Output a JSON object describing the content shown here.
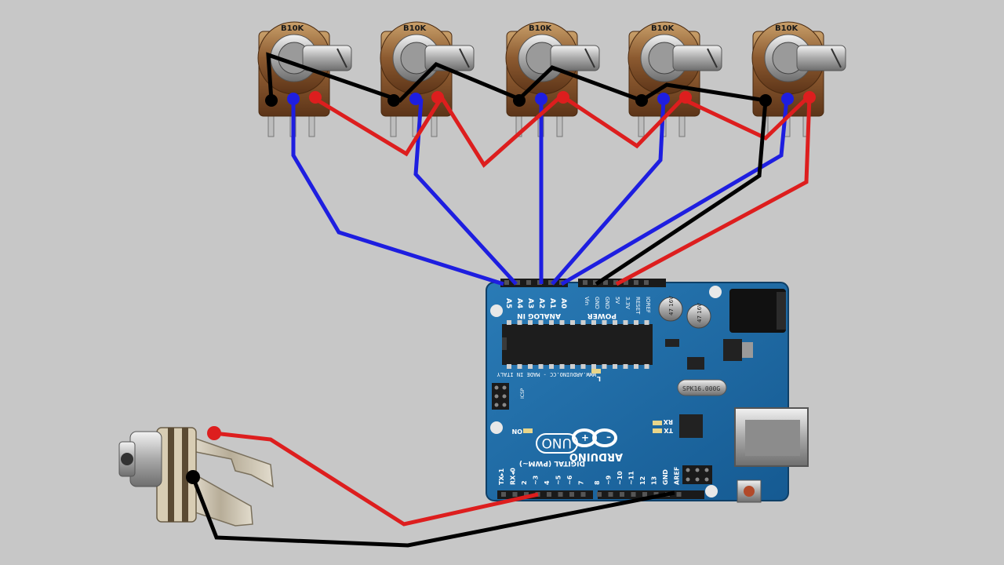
{
  "potentiometers": [
    {
      "label": "B10K"
    },
    {
      "label": "B10K"
    },
    {
      "label": "B10K"
    },
    {
      "label": "B10K"
    },
    {
      "label": "B10K"
    }
  ],
  "arduino": {
    "analog_pins": [
      "A5",
      "A4",
      "A3",
      "A2",
      "A1",
      "A0"
    ],
    "analog_header_label": "ANALOG IN",
    "power_pins": [
      "Vin",
      "GND",
      "GND",
      "5V",
      "3.3V",
      "RESET",
      "IOREF"
    ],
    "power_header_label": "POWER",
    "digital_pins": [
      "TX▸1",
      "RX◂0",
      "2",
      "~3",
      "4",
      "~5",
      "~6",
      "7",
      "8",
      "~9",
      "~10",
      "~11",
      "12",
      "13",
      "GND",
      "AREF"
    ],
    "digital_header_label": "DIGITAL (PWM~)",
    "made_in": "WWW.ARDUINO.CC - MADE IN ITALY",
    "brand": "ARDUINO",
    "model": "UNO",
    "on_label": "ON",
    "tx_label": "TX",
    "rx_label": "RX",
    "l_label": "L",
    "icsp_label": "ICSP",
    "crystal_label": "SPK16.000G",
    "cap_label_1": "47 16V",
    "cap_label_2": "47 16V"
  },
  "colors": {
    "signal": "#1e1ee0",
    "power": "#dd1e1e",
    "ground": "#000000",
    "board": "#1b6aa6",
    "background": "#c7c7c7"
  }
}
